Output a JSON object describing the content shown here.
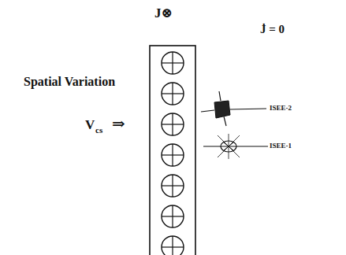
{
  "diagram": {
    "labels": [
      "J⊗",
      "J̇ = 0",
      "Spatial Variation",
      "V",
      "cs",
      "⇒",
      "ISEE-2",
      "ISEE-1"
    ]
  }
}
